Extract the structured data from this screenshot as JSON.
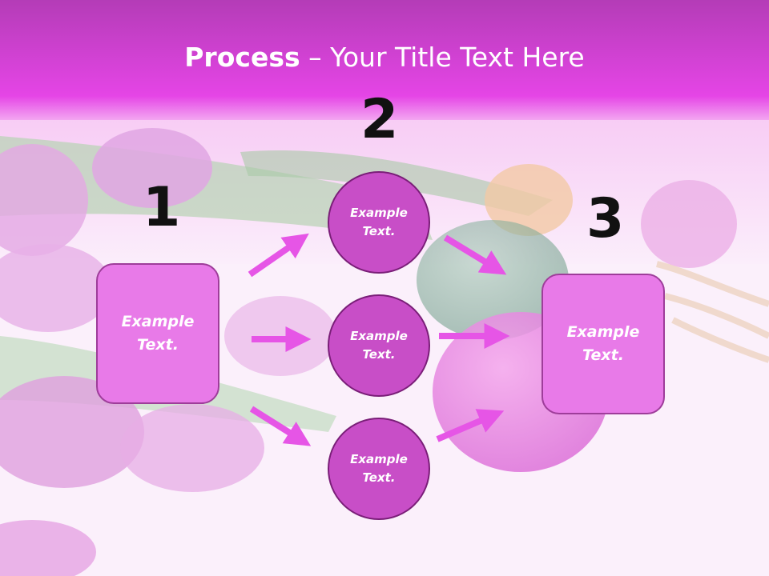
{
  "title": {
    "bold": "Process",
    "rest": " – Your Title Text Here"
  },
  "steps": {
    "one": "1",
    "two": "2",
    "three": "3"
  },
  "boxes": {
    "left": "Example\nText.",
    "right": "Example\nText."
  },
  "circles": {
    "top": "Example\nText.",
    "middle": "Example\nText.",
    "bottom": "Example\nText."
  },
  "colors": {
    "header": "#c63dd0",
    "accent": "#e655e6",
    "box_fill": "#e87ae8",
    "circle_fill": "#c84ec7"
  }
}
